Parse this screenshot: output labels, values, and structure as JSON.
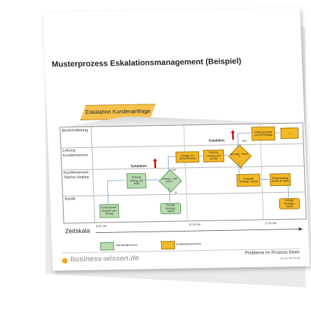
{
  "document": {
    "title": "Musterprozess Eskalationsmanagement (Beispiel)",
    "banner": "Eskalation Kundenanfrage",
    "lanes": [
      "Bereichsleitung",
      "Leitung Kundenservice",
      "Kundenservice Telefon-Hotline",
      "Kunde"
    ],
    "times": [
      "8:45 Uhr",
      "10:30 Uhr",
      "17:00 Uhr"
    ],
    "axis_label": "Zeitskala",
    "escalation_label": "Eskalation",
    "boxes": {
      "kunde_anruf": "Kundenanruf: Rückfrit vom Vertrag",
      "pruefung_agb": "Prüfung Vertrag und AGB",
      "vertrag_diamond": "Vertrag < 100 EUR ?",
      "zusage_1": "Zusage Vertrags- storno",
      "vorlage": "Vorlage zur Entscheidung",
      "pruefung_kunde": "Prüfung Vertrag und Kunde",
      "storno_diamond": "Vertrags- storno ?",
      "pruefung_bl": "Prüfung Kunde und Rechtslage",
      "dots": "...",
      "freigabe": "Freigabe Vertrags- storno",
      "rueckmeldung": "Rückmeldung Kunde (E-Mail)",
      "zusage_2": "Zusage Vertrags- storno"
    },
    "small_labels": [
      "nein",
      "ja",
      "nein",
      "ja"
    ],
    "legend": [
      "Standardprozess",
      "Eskalationsprozess"
    ],
    "logo": "business-wissen.de",
    "footer": "Probleme im Prozess lösen",
    "article_nr": "Art.-Nr. 99.272.00"
  },
  "colors": {
    "standard": "#b9dbb0",
    "escalation": "#f2b825",
    "arrow": "#cc0000",
    "brand": "#f2a51a"
  }
}
